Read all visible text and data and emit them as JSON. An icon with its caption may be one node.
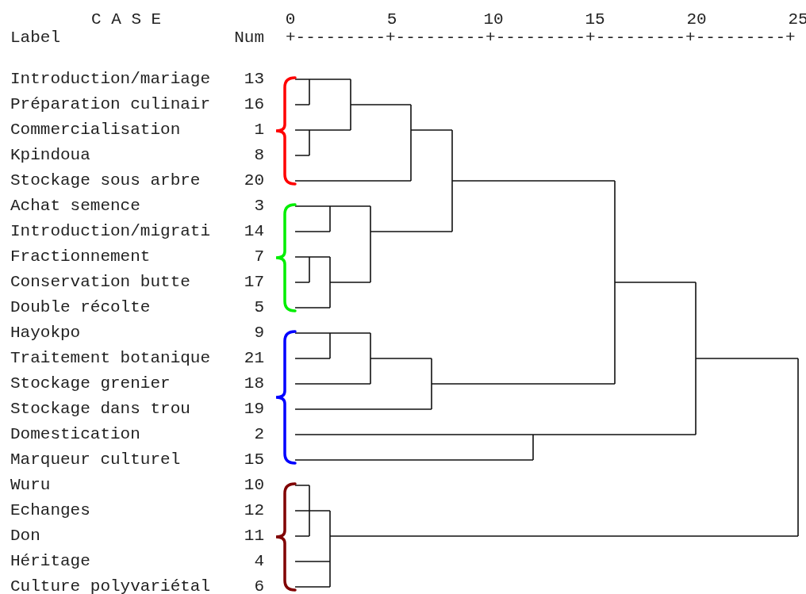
{
  "diagram": {
    "labels": [
      "C A S E",
      "0",
      "5",
      "10",
      "15",
      "20",
      "25",
      "Label",
      "Num",
      "+---------+---------+---------+---------+---------+",
      "Introduction/mariage",
      "13",
      "Préparation culinair",
      "16",
      "Commercialisation",
      "1",
      "Kpindoua",
      "8",
      "Stockage sous arbre",
      "20",
      "Achat semence",
      "3",
      "Introduction/migrati",
      "14",
      "Fractionnement",
      "7",
      "Conservation butte",
      "17",
      "Double récolte",
      "5",
      "Hayokpo",
      "9",
      "Traitement botanique",
      "21",
      "Stockage grenier",
      "18",
      "Stockage dans trou",
      "19",
      "Domestication",
      "2",
      "Marqueur culturel",
      "15",
      "Wuru",
      "10",
      "Echanges",
      "12",
      "Don",
      "11",
      "Héritage",
      "4",
      "Culture polyvariétal",
      "6"
    ]
  }
}
